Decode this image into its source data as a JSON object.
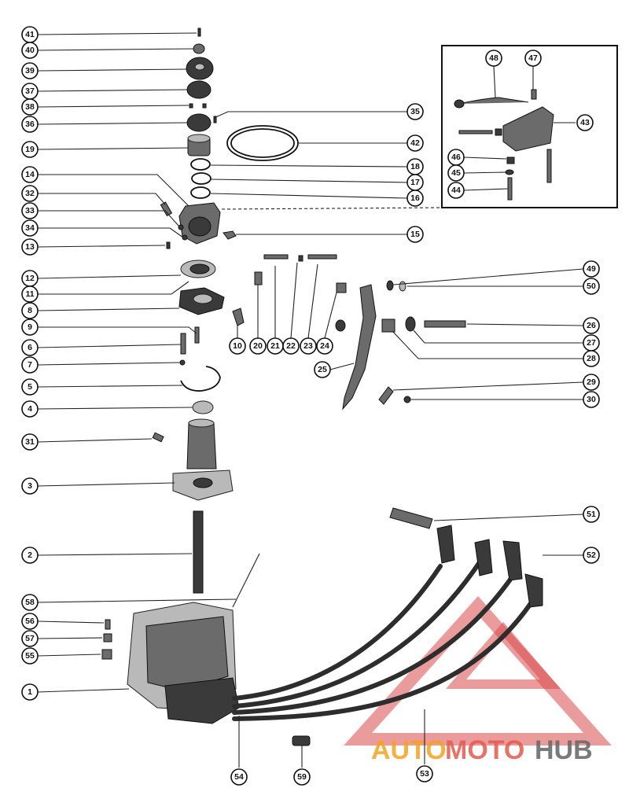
{
  "callouts": {
    "c41": "41",
    "c40": "40",
    "c39": "39",
    "c37": "37",
    "c38": "38",
    "c36": "36",
    "c19": "19",
    "c14": "14",
    "c32": "32",
    "c33": "33",
    "c34": "34",
    "c13": "13",
    "c12": "12",
    "c11": "11",
    "c8": "8",
    "c9": "9",
    "c6": "6",
    "c7": "7",
    "c5": "5",
    "c4": "4",
    "c31": "31",
    "c3": "3",
    "c2": "2",
    "c58": "58",
    "c56": "56",
    "c57": "57",
    "c55": "55",
    "c1": "1",
    "c35": "35",
    "c42": "42",
    "c18": "18",
    "c17": "17",
    "c16": "16",
    "c15": "15",
    "c10": "10",
    "c20": "20",
    "c21": "21",
    "c22": "22",
    "c23": "23",
    "c24": "24",
    "c25": "25",
    "c49": "49",
    "c50": "50",
    "c26": "26",
    "c27": "27",
    "c28": "28",
    "c29": "29",
    "c30": "30",
    "c48": "48",
    "c47": "47",
    "c43": "43",
    "c46": "46",
    "c45": "45",
    "c44": "44",
    "c51": "51",
    "c52": "52",
    "c54": "54",
    "c59": "59",
    "c53": "53"
  },
  "watermark": {
    "part1": "AUTO",
    "part2": "MOTO",
    "part3": "HUB",
    "colors": {
      "auto": "#f2a21e",
      "moto": "#e35a4d",
      "hub": "#6b6b6b",
      "triangle": "#d94a4a"
    }
  }
}
